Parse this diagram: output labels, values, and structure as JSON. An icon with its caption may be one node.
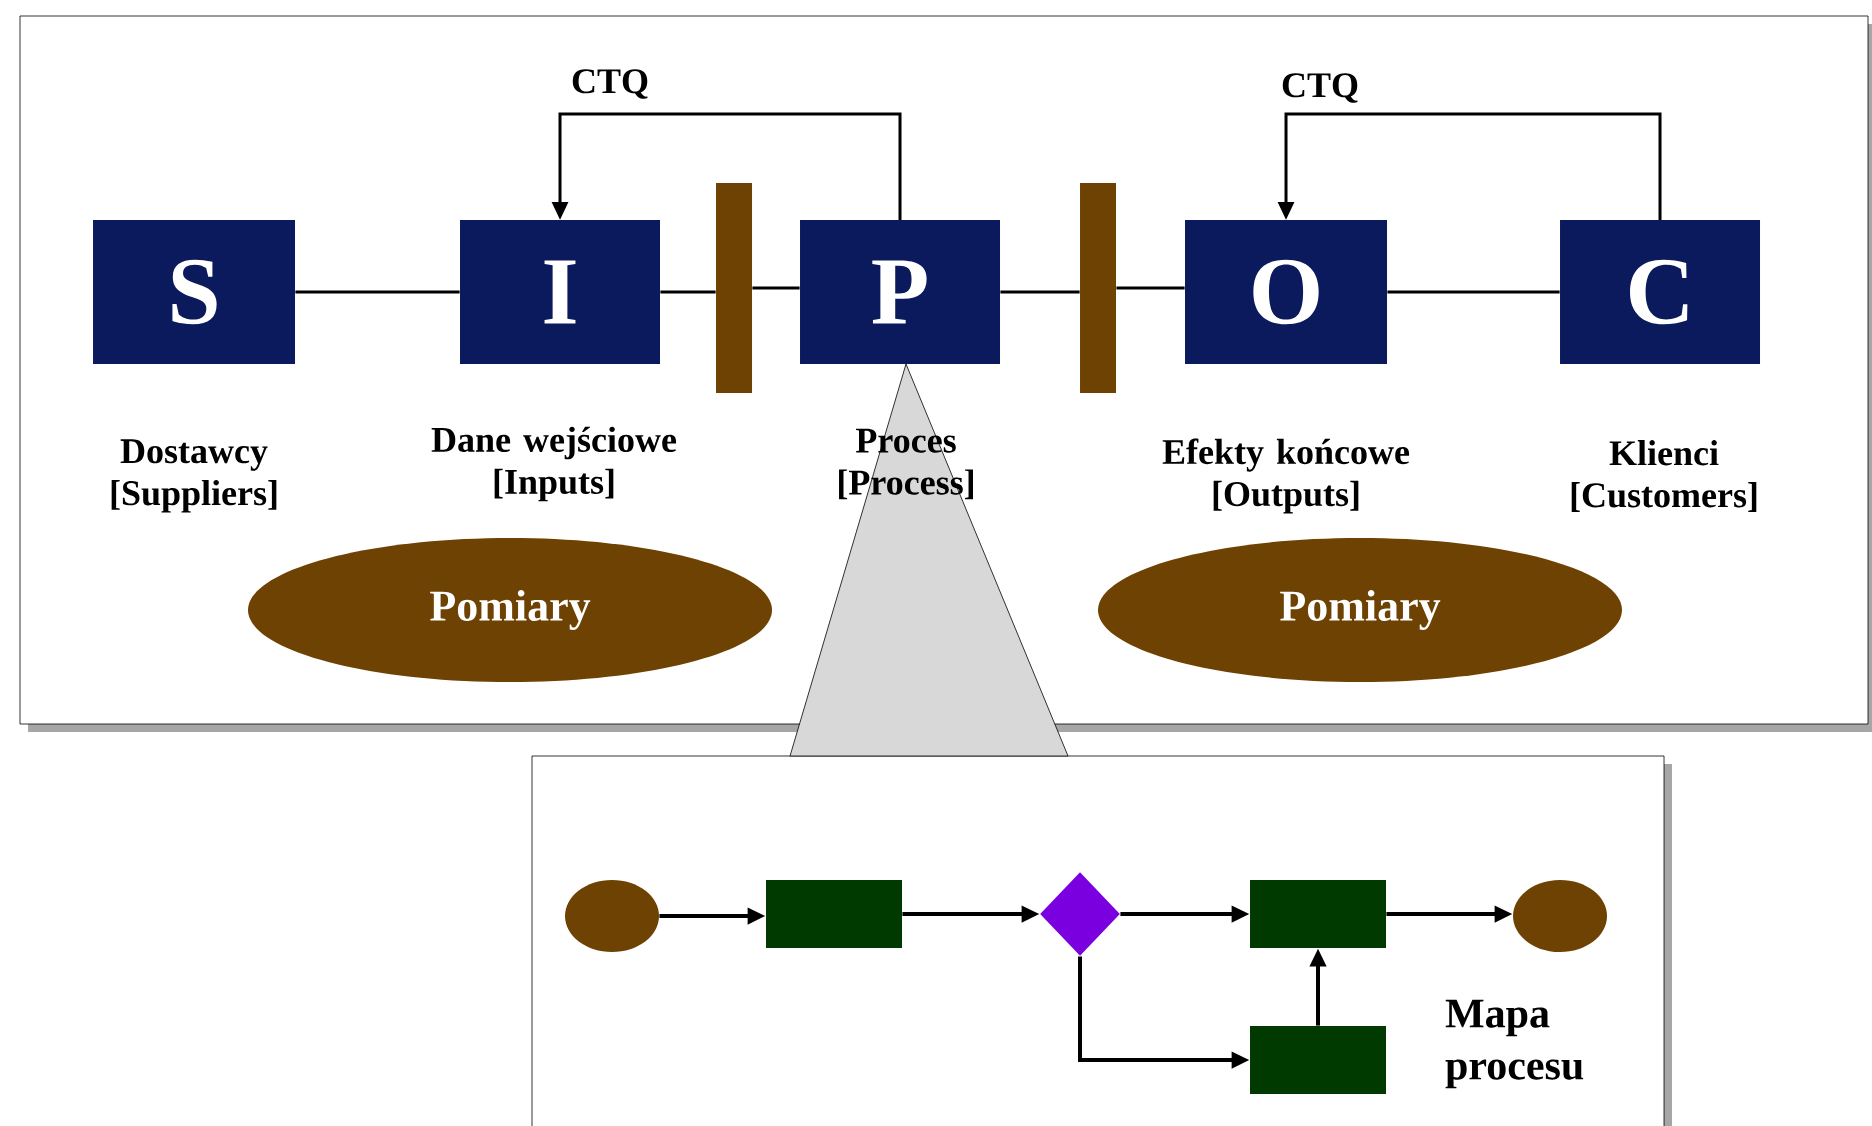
{
  "diagram": {
    "nodes": [
      {
        "text": [
          "S"
        ]
      },
      {
        "text": [
          "I"
        ]
      },
      {
        "text": [
          "P"
        ]
      },
      {
        "text": [
          "O"
        ]
      },
      {
        "text": [
          "C"
        ]
      },
      {
        "text": [],
        "shape": "bar"
      },
      {
        "text": [],
        "shape": "bar"
      },
      {
        "text": [
          "Pomiary"
        ]
      },
      {
        "text": [
          "Pomiary"
        ]
      },
      {
        "text": [],
        "shape": "circle"
      },
      {
        "text": [],
        "shape": "box"
      },
      {
        "text": [],
        "shape": "diamond"
      },
      {
        "text": [],
        "shape": "box"
      },
      {
        "text": [],
        "shape": "box"
      },
      {
        "text": [],
        "shape": "circle"
      }
    ],
    "edges": [
      {
        "from": 0,
        "to": 1,
        "arrow": "none"
      },
      {
        "from": 1,
        "to": 5,
        "arrow": "none"
      },
      {
        "from": 5,
        "to": 2,
        "arrow": "none"
      },
      {
        "from": 2,
        "to": 6,
        "arrow": "none"
      },
      {
        "from": 6,
        "to": 3,
        "arrow": "none"
      },
      {
        "from": 3,
        "to": 4,
        "arrow": "none"
      },
      {
        "from": 2,
        "to": 1,
        "arrow": "to",
        "label": "CTQ"
      },
      {
        "from": 4,
        "to": 3,
        "arrow": "to",
        "label": "CTQ"
      },
      {
        "from": 9,
        "to": 10,
        "arrow": "to"
      },
      {
        "from": 10,
        "to": 11,
        "arrow": "to"
      },
      {
        "from": 11,
        "to": 12,
        "arrow": "to"
      },
      {
        "from": 12,
        "to": 14,
        "arrow": "to"
      },
      {
        "from": 11,
        "to": 13,
        "arrow": "to"
      },
      {
        "from": 13,
        "to": 12,
        "arrow": "to"
      }
    ],
    "labels": [
      "Dostawcy [Suppliers]",
      "Dane wejściowe [Inputs]",
      "Proces [Process]",
      "Efekty końcowe [Outputs]",
      "Klienci [Customers]",
      "Mapa procesu"
    ]
  }
}
